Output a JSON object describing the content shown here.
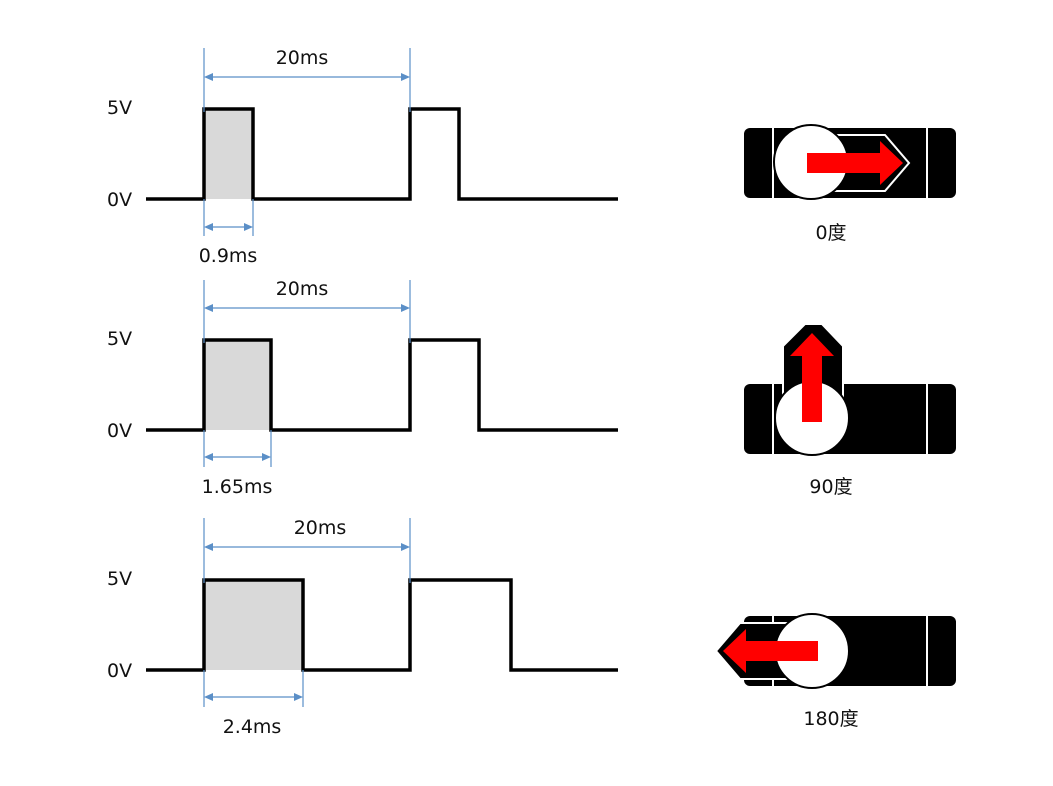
{
  "diagrams": [
    {
      "period_label": "20ms",
      "high_label": "5V",
      "low_label": "0V",
      "pulse_label": "0.9ms",
      "pulse_ms": 0.9,
      "period_ms": 20,
      "angle_label": "0度",
      "angle_deg": 0
    },
    {
      "period_label": "20ms",
      "high_label": "5V",
      "low_label": "0V",
      "pulse_label": "1.65ms",
      "pulse_ms": 1.65,
      "period_ms": 20,
      "angle_label": "90度",
      "angle_deg": 90
    },
    {
      "period_label": "20ms",
      "high_label": "5V",
      "low_label": "0V",
      "pulse_label": "2.4ms",
      "pulse_ms": 2.4,
      "period_ms": 20,
      "angle_label": "180度",
      "angle_deg": 180
    }
  ],
  "colors": {
    "arrow": "#ff0000",
    "servo_body": "#000000",
    "dimension": "#5b8fc7",
    "pulse_fill": "#d9d9d9"
  }
}
